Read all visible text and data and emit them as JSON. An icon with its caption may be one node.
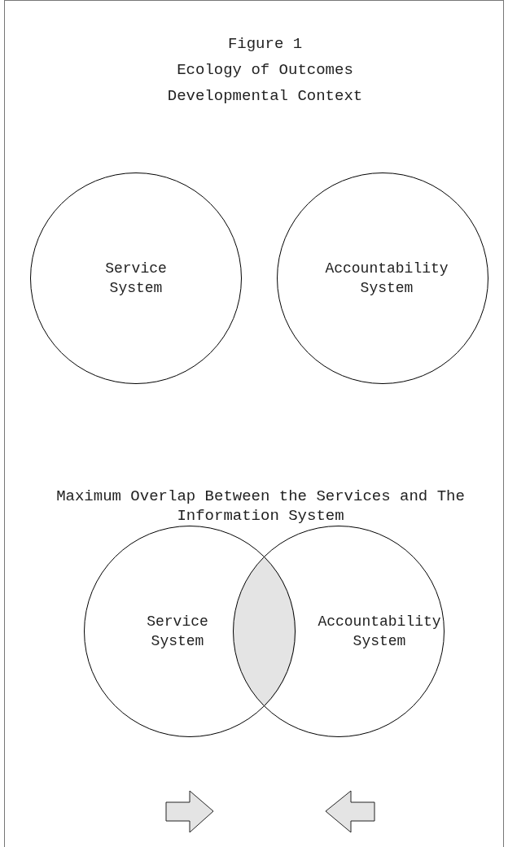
{
  "diagram": {
    "title": "Figure 1",
    "nodes": [
      {
        "text": [
          "Service System"
        ]
      },
      {
        "text": [
          "Accountability System"
        ]
      },
      {
        "text": [
          "Service System"
        ]
      },
      {
        "text": [
          "Accountability System"
        ]
      },
      {
        "text": [],
        "shape": "lens"
      }
    ],
    "edges": [],
    "labels": [
      "Ecology of Outcomes",
      "Developmental Context",
      "Maximum Overlap Between the Services and The Information System"
    ]
  }
}
